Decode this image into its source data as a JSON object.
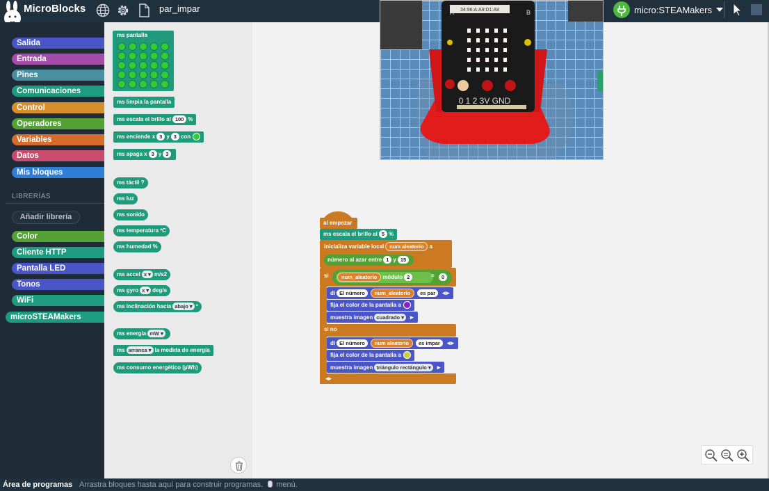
{
  "app": {
    "title": "MicroBlocks",
    "project_name": "par_impar",
    "board_name": "micro:STEAMakers"
  },
  "colors": {
    "output": "#4a55c8",
    "input": "#a54ba9",
    "pins": "#4a8fa0",
    "comm": "#1d9c80",
    "control": "#d68f2b",
    "operators": "#53a134",
    "variables": "#d56c2c",
    "data": "#c94c6c",
    "myblocks": "#2f7fd9"
  },
  "categories": [
    {
      "label": "Salida",
      "color": "#4a55c8"
    },
    {
      "label": "Entrada",
      "color": "#a54ba9"
    },
    {
      "label": "Pines",
      "color": "#4a8fa0"
    },
    {
      "label": "Comunicaciones",
      "color": "#1d9c80"
    },
    {
      "label": "Control",
      "color": "#d68f2b"
    },
    {
      "label": "Operadores",
      "color": "#53a134"
    },
    {
      "label": "Variables",
      "color": "#d56c2c"
    },
    {
      "label": "Datos",
      "color": "#c94c6c"
    },
    {
      "label": "Mis bloques",
      "color": "#2f7fd9"
    }
  ],
  "libraries": {
    "heading": "LIBRERÍAS",
    "add_label": "Añadir librería",
    "items": [
      {
        "label": "Color",
        "color": "#53a134"
      },
      {
        "label": "Cliente HTTP",
        "color": "#1d9c80"
      },
      {
        "label": "Pantalla LED",
        "color": "#4a55c8"
      },
      {
        "label": "Tonos",
        "color": "#4a55c8"
      },
      {
        "label": "WiFi",
        "color": "#1d9c80"
      },
      {
        "label": "microSTEAMakers",
        "color": "#1d9c80"
      }
    ]
  },
  "palette": {
    "pantalla": "ms pantalla",
    "limpia": "ms limpia la pantalla",
    "escala_a": "ms escala el brillo al",
    "escala_v": "100",
    "escala_b": "%",
    "enciende_a": "ms enciende x",
    "enciende_x": "3",
    "enciende_b": "y",
    "enciende_y": "3",
    "enciende_c": "con",
    "apaga_a": "ms apaga x",
    "apaga_x": "3",
    "apaga_b": "y",
    "apaga_y": "3",
    "tactil": "ms táctil ?",
    "luz": "ms luz",
    "sonido": "ms sonido",
    "temperatura": "ms temperatura ºC",
    "humedad": "ms humedad %",
    "accel_a": "ms accel",
    "accel_dd": "x",
    "accel_b": "m/s2",
    "gyro_a": "ms gyro",
    "gyro_dd": "x",
    "gyro_b": "deg/s",
    "incl_a": "ms inclinación hacia",
    "incl_dd": "abajo",
    "incl_b": "º",
    "energia_a": "ms energía",
    "energia_dd": "mW",
    "medida_a": "ms",
    "medida_dd": "arranca",
    "medida_b": "la medida de energía",
    "consumo": "ms consumo energético (µWh)"
  },
  "script": {
    "hat": "al empezar",
    "brillo_a": "ms escala el brillo al",
    "brillo_v": "5",
    "brillo_b": "%",
    "init_a": "inicializa variable local",
    "init_var": "num aleatorio",
    "init_b": "a",
    "rand_a": "número al azar entre",
    "rand_min": "1",
    "rand_b": "y",
    "rand_max": "15",
    "si": "si",
    "mod_var": "num_aleatorio",
    "mod_op": "módulo",
    "mod_v": "2",
    "eq": "=",
    "eq_v": "0",
    "say1_a": "di",
    "say1_txt": "El número",
    "say1_var": "num_aleatorio",
    "say1_txt2": "es par",
    "color1": "fija el color de la pantalla a",
    "img1_a": "muestra imagen",
    "img1_dd": "cuadrado",
    "sino": "si no",
    "say2_a": "di",
    "say2_txt": "El número",
    "say2_var": "num aleatorio",
    "say2_txt2": "es impar",
    "color2": "fija el color de la pantalla a",
    "img2_a": "muestra imagen",
    "img2_dd": "triángulo rectángulo"
  },
  "camera": {
    "label_a": "A",
    "label_b": "B",
    "display_text": "34:96:A:A9:D1:A8",
    "pins": "0 1 2 3V GND"
  },
  "status": {
    "title": "Área de programas",
    "hint": "Arrastra bloques hasta aquí para construir programas.",
    "menu": "menú."
  }
}
